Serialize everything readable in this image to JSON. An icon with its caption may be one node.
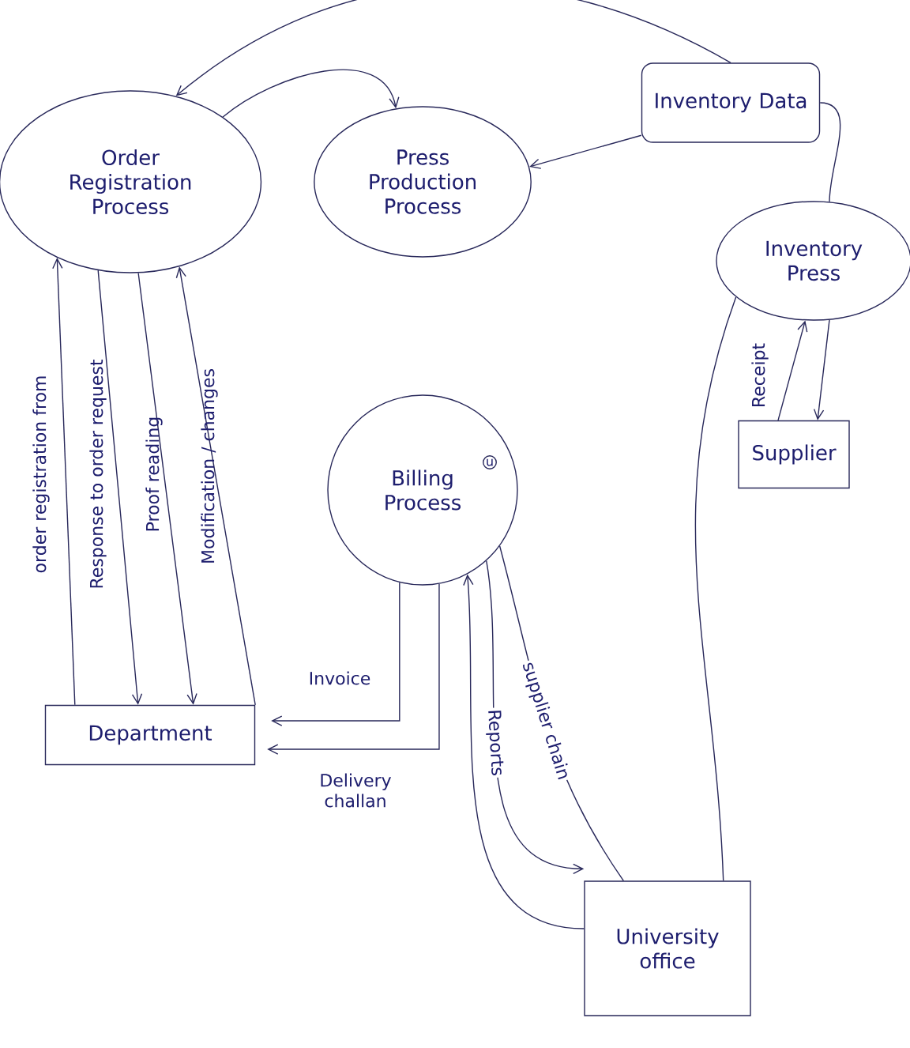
{
  "diagram": {
    "nodes": [
      {
        "text": [
          "Order Registration Process"
        ]
      },
      {
        "text": [
          "Press Production Process"
        ]
      },
      {
        "text": [
          "Inventory Data"
        ]
      },
      {
        "text": [
          "Inventory Press"
        ]
      },
      {
        "text": [
          "Billing Process",
          "u"
        ]
      },
      {
        "text": [
          "Supplier"
        ]
      },
      {
        "text": [
          "Department"
        ]
      },
      {
        "text": [
          "University office"
        ]
      }
    ],
    "edges": [
      {
        "from": 2,
        "to": 0,
        "arrow": "to"
      },
      {
        "from": 0,
        "to": 1,
        "arrow": "to"
      },
      {
        "from": 2,
        "to": 1,
        "arrow": "to"
      },
      {
        "from": 2,
        "to": 3,
        "arrow": "none"
      },
      {
        "from": 5,
        "to": 3,
        "arrow": "to",
        "label": "Receipt"
      },
      {
        "from": 3,
        "to": 5,
        "arrow": "to"
      },
      {
        "from": 3,
        "to": 7,
        "arrow": "none"
      },
      {
        "from": 6,
        "to": 0,
        "arrow": "to",
        "label": "order registration from"
      },
      {
        "from": 0,
        "to": 6,
        "arrow": "to",
        "label": "Response to order request"
      },
      {
        "from": 0,
        "to": 6,
        "arrow": "to",
        "label": "Proof reading"
      },
      {
        "from": 6,
        "to": 0,
        "arrow": "to",
        "label": "Modification / changes"
      },
      {
        "from": 4,
        "to": 6,
        "arrow": "to",
        "label": "Invoice"
      },
      {
        "from": 4,
        "to": 6,
        "arrow": "to",
        "label": "Delivery challan"
      },
      {
        "from": 7,
        "to": 4,
        "arrow": "to"
      },
      {
        "from": 4,
        "to": 7,
        "arrow": "to",
        "label": "Reports"
      },
      {
        "from": 4,
        "to": 7,
        "arrow": "none",
        "label": "supplier chain"
      }
    ]
  }
}
